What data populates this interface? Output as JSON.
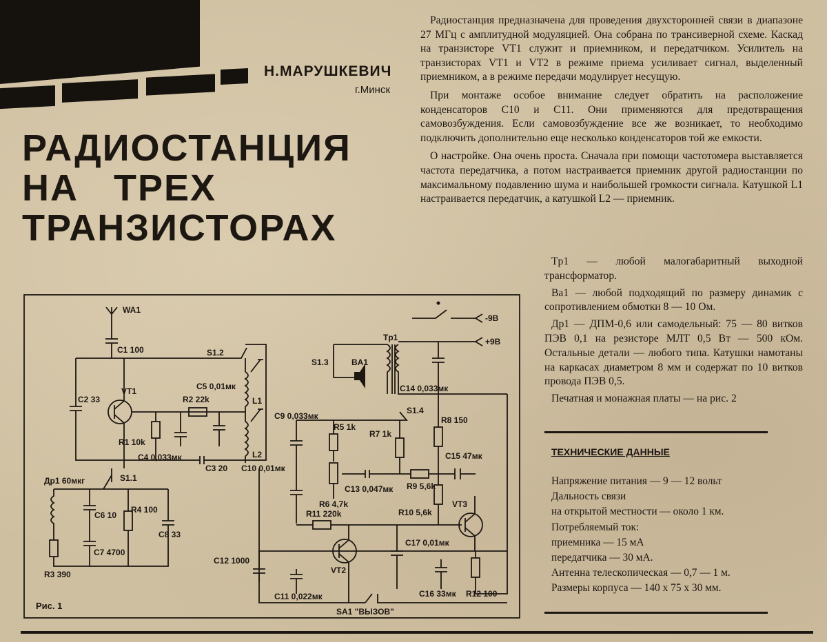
{
  "byline": {
    "author": "Н.МАРУШКЕВИЧ",
    "city": "г.Минск"
  },
  "title_lines": [
    "РАДИОСТАНЦИЯ",
    "НА   ТРЕХ",
    "ТРАНЗИСТОРАХ"
  ],
  "article": {
    "paragraphs": [
      "Радиостанция предназначена для проведения двухсторонней связи в диапазоне 27 МГц с амплитудной модуляцией. Она собрана по трансиверной схеме. Каскад на транзисторе VT1 служит и приемником, и передатчиком. Усилитель на транзисторах VT1 и VT2 в режиме приема усиливает сигнал, выделенный приемником, а в режиме передачи модулирует несущую.",
      "При монтаже особое внимание следует обратить на расположение конденсаторов C10 и C11. Они применяются для предотвращения самовозбуждения. Если самовозбуждение все же возникает, то необходимо подключить дополнительно еще несколько конденсаторов той же емкости.",
      "О настройке. Она очень проста. Сначала при помощи частотомера выставляется частота передатчика, а потом настраивается приемник другой радиостанции по максимальному подавлению шума и наибольшей громкости сигнала. Катушкой L1 настраивается передатчик, а катушкой L2 — приемник."
    ]
  },
  "parts": {
    "paragraphs": [
      "Tp1 — любой малогабаритный выходной трансформатор.",
      "Ba1 — любой подходящий по размеру динамик с сопротивлением обмотки 8 — 10 Ом.",
      "Др1 — ДПМ-0,6 или самодельный: 75 — 80 витков ПЭВ 0,1 на резисторе МЛТ 0,5 Вт — 500 кОм. Остальные детали — любого типа. Катушки намотаны на каркасах диаметром 8 мм и содержат по 10 витков провода ПЭВ 0,5.",
      "Печатная и монажная платы — на рис. 2"
    ]
  },
  "specs": {
    "title": "ТЕХНИЧЕСКИЕ ДАННЫЕ",
    "lines": [
      "Напряжение питания — 9 — 12 вольт",
      "Дальность связи",
      "на открытой местности — около 1 км.",
      "Потребляемый ток:",
      "приемника — 15 мА",
      "передатчика — 30 мА.",
      "Антенна телескопическая — 0,7 — 1 м.",
      "Размеры корпуса — 140 х 75 х 30 мм."
    ]
  },
  "schematic": {
    "caption": "Рис. 1",
    "labels": {
      "wa1": "WA1",
      "c1": "C1 100",
      "s12": "S1.2",
      "c5": "C5 0,01мк",
      "vt1": "VT1",
      "r2": "R2 22k",
      "l1": "L1",
      "c2": "C2 33",
      "r1": "R1 10k",
      "c4": "C4 0,033мк",
      "l2": "L2",
      "c3": "C3 20",
      "c10": "C10 0,01мк",
      "dr1": "Др1 60мкг",
      "s11": "S1.1",
      "r4": "R4 100",
      "c6": "C6 10",
      "c8": "C8 33",
      "c7": "C7 4700",
      "r3": "R3 390",
      "c12": "C12 1000",
      "c11": "C11 0,022мк",
      "sa1": "SA1 \"ВЫЗОВ\"",
      "vt2": "VT2",
      "r11": "R11 220k",
      "r6": "R6 4,7k",
      "c13": "C13 0,047мк",
      "r5": "R5 1k",
      "r7": "R7 1k",
      "c9": "C9 0,033мк",
      "s13": "S1.3",
      "ba1": "BA1",
      "tp1": "Tp1",
      "c14": "C14 0,033мк",
      "s14": "S1.4",
      "r8": "R8 150",
      "c15": "C15 47мк",
      "r9": "R9 5,6k",
      "r10": "R10 5,6k",
      "vt3": "VT3",
      "c17": "C17 0,01мк",
      "c16": "C16 33мк",
      "r12": "R12 100",
      "neg9": "-9B",
      "pos9": "+9B"
    }
  },
  "colors": {
    "paper": "#cfbfa1",
    "ink": "#1d1712"
  }
}
